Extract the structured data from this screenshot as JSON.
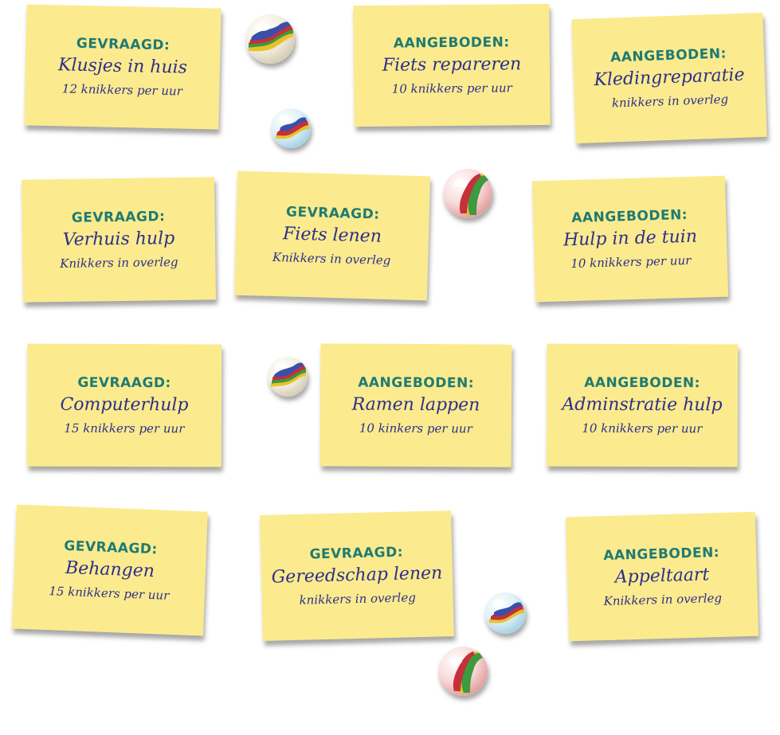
{
  "notes": [
    {
      "tag": "GEVRAAGD:",
      "title": "Klusjes in huis",
      "sub": "12 knikkers per uur"
    },
    {
      "tag": "AANGEBODEN:",
      "title": "Fiets repareren",
      "sub": "10 knikkers per uur"
    },
    {
      "tag": "AANGEBODEN:",
      "title": "Kledingreparatie",
      "sub": "knikkers in overleg"
    },
    {
      "tag": "GEVRAAGD:",
      "title": "Verhuis hulp",
      "sub": "Knikkers in overleg"
    },
    {
      "tag": "GEVRAAGD:",
      "title": "Fiets lenen",
      "sub": "Knikkers in overleg"
    },
    {
      "tag": "AANGEBODEN:",
      "title": "Hulp in de tuin",
      "sub": "10 knikkers per uur"
    },
    {
      "tag": "GEVRAAGD:",
      "title": "Computerhulp",
      "sub": "15 knikkers per uur"
    },
    {
      "tag": "AANGEBODEN:",
      "title": "Ramen lappen",
      "sub": "10 kinkers per uur"
    },
    {
      "tag": "AANGEBODEN:",
      "title": "Adminstratie hulp",
      "sub": "10 knikkers per uur"
    },
    {
      "tag": "GEVRAAGD:",
      "title": "Behangen",
      "sub": "15 knikkers per uur"
    },
    {
      "tag": "GEVRAAGD:",
      "title": "Gereedschap lenen",
      "sub": "knikkers in overleg"
    },
    {
      "tag": "AANGEBODEN:",
      "title": "Appeltaart",
      "sub": "Knikkers in overleg"
    }
  ],
  "colors": {
    "note": "#fbeb8e",
    "tag": "#1f7a73",
    "text": "#2d2f8a"
  }
}
